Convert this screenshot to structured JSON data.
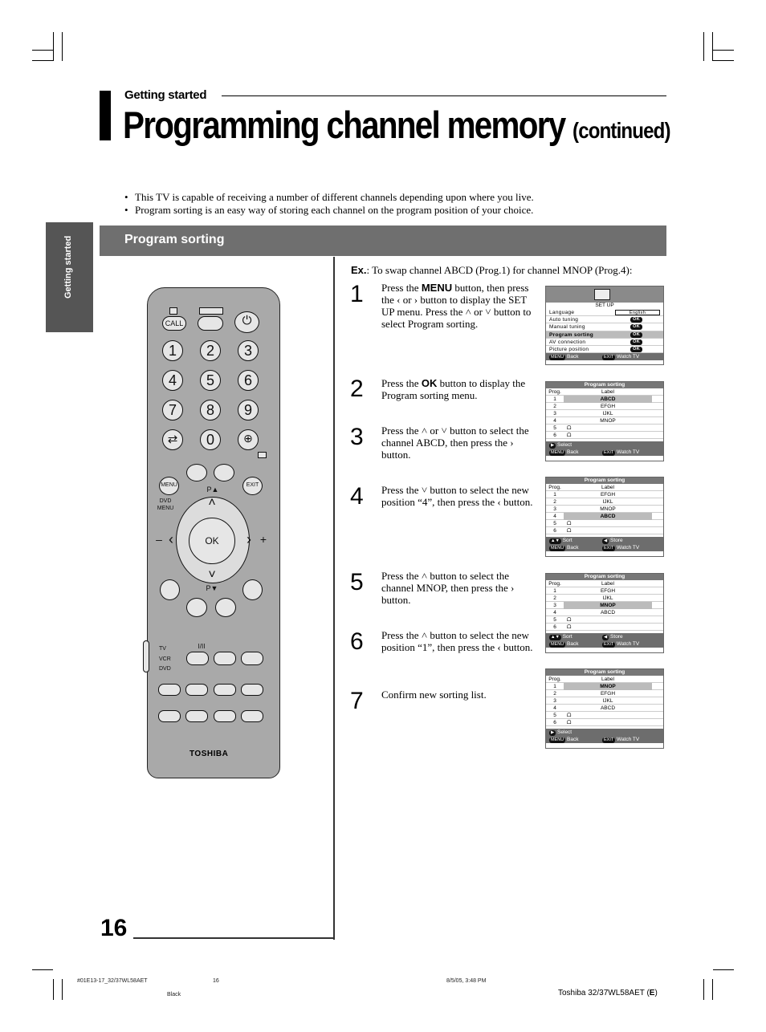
{
  "header": {
    "section_label": "Getting started",
    "title_main": "Programming channel memory",
    "title_cont": "(continued)"
  },
  "bullets": [
    "This TV is capable of receiving a number of different channels depending upon where you live.",
    "Program sorting is an easy way of storing each channel on the program position of your choice."
  ],
  "side_tab": "Getting started",
  "banner": "Program sorting",
  "example": {
    "prefix": "Ex.",
    "text": ": To swap channel ABCD (Prog.1) for channel MNOP (Prog.4):"
  },
  "steps": [
    {
      "num": "1",
      "parts": [
        "Press the ",
        "MENU",
        " button, then press the ‹ or › button to display the SET UP menu. Press the ˄ or ˅ button to select Program sorting."
      ]
    },
    {
      "num": "2",
      "parts": [
        "Press the ",
        "OK",
        " button to display the Program sorting menu."
      ]
    },
    {
      "num": "3",
      "parts": [
        "Press the ˄ or ˅ button to select the channel ABCD, then press the › button.",
        "",
        ""
      ]
    },
    {
      "num": "4",
      "parts": [
        "Press the ˅ button to select the new position “4”, then press the ‹ button.",
        "",
        ""
      ]
    },
    {
      "num": "5",
      "parts": [
        "Press the ˄ button to select the channel MNOP, then press the › button.",
        "",
        ""
      ]
    },
    {
      "num": "6",
      "parts": [
        "Press the ˄ button to select the new position “1”, then press the ‹ button.",
        "",
        ""
      ]
    },
    {
      "num": "7",
      "parts": [
        "Confirm new sorting list.",
        "",
        ""
      ]
    }
  ],
  "setup_screen": {
    "title": "SET UP",
    "rows": [
      {
        "label": "Language",
        "value": "English"
      },
      {
        "label": "Auto tuning",
        "ok": "OK"
      },
      {
        "label": "Manual tuning",
        "ok": "OK"
      },
      {
        "label": "Program sorting",
        "ok": "OK"
      },
      {
        "label": "AV connection",
        "ok": "OK"
      },
      {
        "label": "Picture position",
        "ok": "OK"
      }
    ],
    "footer": {
      "back_key": "MENU",
      "back": "Back",
      "exit_key": "EXIT",
      "exit": "Watch TV"
    }
  },
  "sort_screens": [
    {
      "title": "Program sorting",
      "col_prog": "Prog.",
      "col_label": "Label",
      "rows": [
        [
          "1",
          "ABCD"
        ],
        [
          "2",
          "EFGH"
        ],
        [
          "3",
          "IJKL"
        ],
        [
          "4",
          "MNOP"
        ],
        [
          "5",
          "ᗝ"
        ],
        [
          "6",
          "ᗝ"
        ]
      ],
      "foot1": {
        "key": "▶",
        "text": "Select"
      },
      "foot2": {
        "key": "MENU",
        "text": "Back",
        "key2": "EXIT",
        "text2": "Watch TV"
      }
    },
    {
      "title": "Program sorting",
      "col_prog": "Prog.",
      "col_label": "Label",
      "rows": [
        [
          "1",
          "EFGH"
        ],
        [
          "2",
          "IJKL"
        ],
        [
          "3",
          "MNOP"
        ],
        [
          "4",
          "ABCD"
        ],
        [
          "5",
          "ᗝ"
        ],
        [
          "6",
          "ᗝ"
        ]
      ],
      "foot1": {
        "key": "▲▼",
        "text": "Sort",
        "key2": "◀",
        "text2": "Store"
      },
      "foot2": {
        "key": "MENU",
        "text": "Back",
        "key2": "EXIT",
        "text2": "Watch TV"
      }
    },
    {
      "title": "Program sorting",
      "col_prog": "Prog.",
      "col_label": "Label",
      "rows": [
        [
          "1",
          "EFGH"
        ],
        [
          "2",
          "IJKL"
        ],
        [
          "3",
          "MNOP"
        ],
        [
          "4",
          "ABCD"
        ],
        [
          "5",
          "ᗝ"
        ],
        [
          "6",
          "ᗝ"
        ]
      ],
      "foot1": {
        "key": "▲▼",
        "text": "Sort",
        "key2": "◀",
        "text2": "Store"
      },
      "foot2": {
        "key": "MENU",
        "text": "Back",
        "key2": "EXIT",
        "text2": "Watch TV"
      }
    },
    {
      "title": "Program sorting",
      "col_prog": "Prog.",
      "col_label": "Label",
      "rows": [
        [
          "1",
          "MNOP"
        ],
        [
          "2",
          "EFGH"
        ],
        [
          "3",
          "IJKL"
        ],
        [
          "4",
          "ABCD"
        ],
        [
          "5",
          "ᗝ"
        ],
        [
          "6",
          "ᗝ"
        ]
      ],
      "foot1": {
        "key": "▶",
        "text": "Select"
      },
      "foot2": {
        "key": "MENU",
        "text": "Back",
        "key2": "EXIT",
        "text2": "Watch TV"
      }
    }
  ],
  "remote": {
    "call": "CALL",
    "numbers": [
      "1",
      "2",
      "3",
      "4",
      "5",
      "6",
      "7",
      "8",
      "9",
      "0"
    ],
    "menu": "MENU",
    "exit": "EXIT",
    "dvd_menu": "DVD MENU",
    "p_up": "P▲",
    "p_down": "P▼",
    "ok": "OK",
    "tv": "TV",
    "vcr": "VCR",
    "dvd": "DVD",
    "dual": "I/II",
    "brand": "TOSHIBA"
  },
  "page_number": "16",
  "footer": {
    "file": "#01E13-17_32/37WL58AET",
    "page": "16",
    "date": "8/5/05, 3:48 PM",
    "color": "Black",
    "model_prefix": "Toshiba 32/37WL58AET (",
    "model_bold": "E",
    "model_suffix": ")"
  }
}
